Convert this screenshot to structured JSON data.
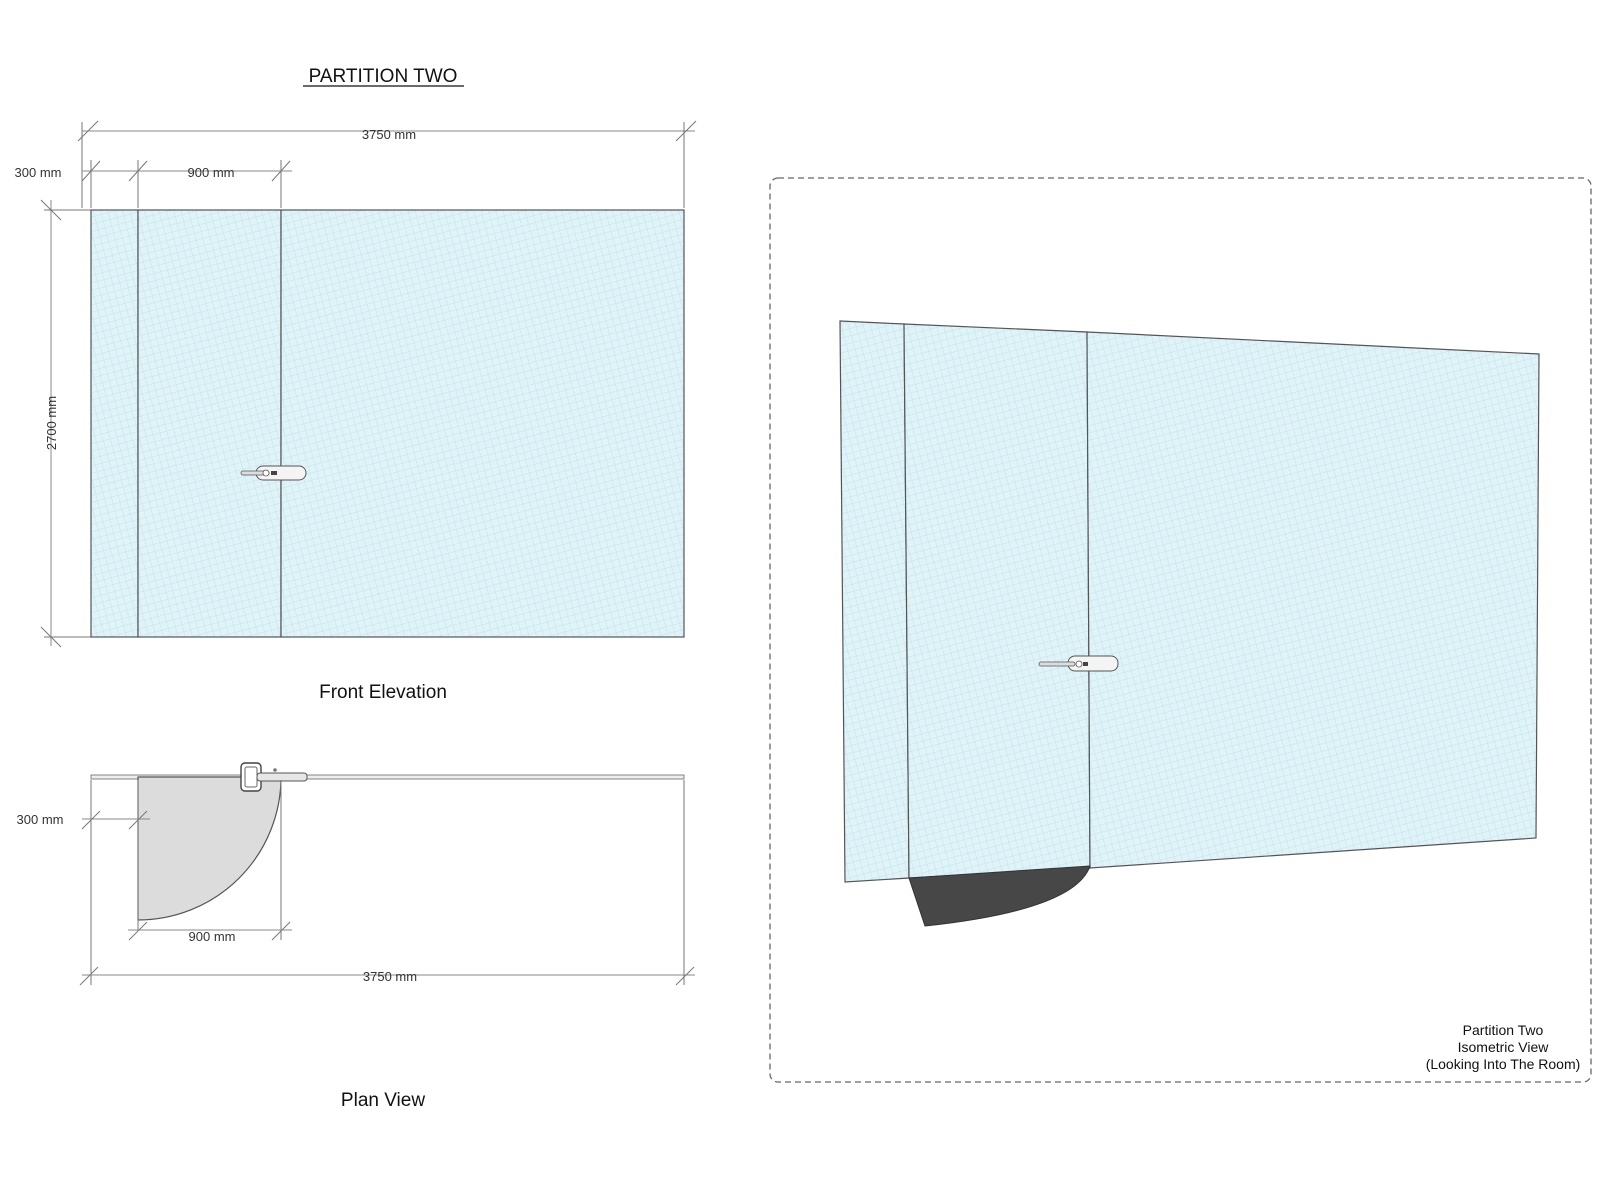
{
  "title": "PARTITION TWO",
  "front_elevation": {
    "caption": "Front Elevation",
    "overall_width_label": "3750 mm",
    "side_panel_label": "300 mm",
    "door_label": "900 mm",
    "height_label": "2700 mm"
  },
  "plan_view": {
    "caption": "Plan View",
    "side_panel_label": "300 mm",
    "door_label": "900 mm",
    "overall_width_label": "3750 mm"
  },
  "isometric": {
    "caption_line1": "Partition Two",
    "caption_line2": "Isometric View",
    "caption_line3": "(Looking Into The Room)"
  },
  "colors": {
    "glass": "#dff3f7",
    "glass_pattern": "#bfe3ec",
    "door_swing": "#dcdcdc",
    "door_shadow": "#474747",
    "frame": "#555555"
  }
}
